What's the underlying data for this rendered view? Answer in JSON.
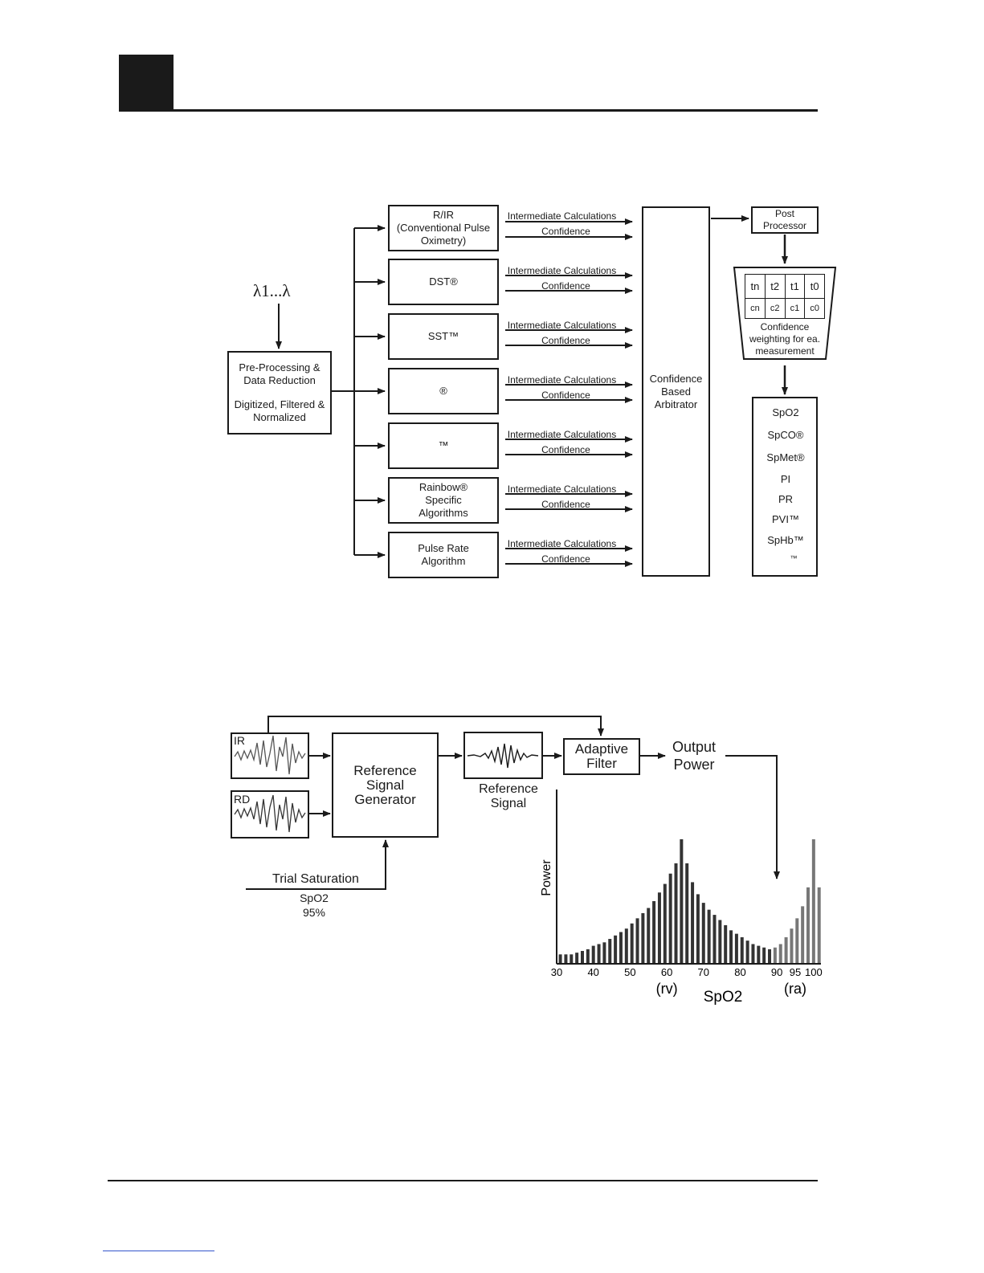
{
  "diagram1": {
    "wavelength_label": "λ1...λ",
    "preprocess_line1": "Pre-Processing &",
    "preprocess_line2": "Data Reduction",
    "preprocess_line3": "Digitized, Filtered &",
    "preprocess_line4": "Normalized",
    "algorithms": [
      {
        "text": "R/IR\n(Conventional Pulse\nOximetry)"
      },
      {
        "text": "DST®"
      },
      {
        "text": "SST™"
      },
      {
        "text": "®"
      },
      {
        "text": "™"
      },
      {
        "text": "Rainbow®\nSpecific\nAlgorithms"
      },
      {
        "text": "Pulse Rate\nAlgorithm"
      }
    ],
    "intermediate_label": "Intermediate Calculations",
    "confidence_label": "Confidence",
    "arbitrator": "Confidence\nBased\nArbitrator",
    "post_processor": "Post\nProcessor",
    "weight_top": [
      "tn",
      "t2",
      "t1",
      "t0"
    ],
    "weight_bottom": [
      "cn",
      "c2",
      "c1",
      "c0"
    ],
    "weight_caption": "Confidence\nweighting for ea.\nmeasurement",
    "outputs": [
      "SpO2",
      "SpCO®",
      "SpMet®",
      "PI",
      "PR",
      "PVI™",
      "SpHb™",
      "™"
    ]
  },
  "diagram2": {
    "ir_label": "IR",
    "rd_label": "RD",
    "ref_gen": "Reference\nSignal\nGenerator",
    "ref_signal": "Reference\nSignal",
    "adaptive_filter": "Adaptive\nFilter",
    "output_power": "Output\nPower",
    "trial_saturation": "Trial Saturation",
    "spo2_label": "SpO2",
    "spo2_value": "95%"
  },
  "chart_data": {
    "type": "bar",
    "ylabel": "Power",
    "xlabel": "SpO2",
    "x_ticks": [
      30,
      40,
      50,
      60,
      70,
      80,
      90,
      95,
      100
    ],
    "annotations": [
      {
        "text": "(rv)",
        "x": 60
      },
      {
        "text": "(ra)",
        "x": 95
      }
    ],
    "xlim": [
      30,
      102
    ],
    "ylim": [
      0,
      100
    ],
    "x": [
      31,
      32.5,
      34,
      35.5,
      37,
      38.5,
      40,
      41.5,
      43,
      44.5,
      46,
      47.5,
      49,
      50.5,
      52,
      53.5,
      55,
      56.5,
      58,
      59.5,
      61,
      62.5,
      64,
      65.5,
      67,
      68.5,
      70,
      71.5,
      73,
      74.5,
      76,
      77.5,
      79,
      80.5,
      82,
      83.5,
      85,
      86.5,
      88,
      89.5,
      91,
      92.5,
      94,
      95.5,
      97,
      98.5,
      100,
      101.5
    ],
    "values": [
      5,
      5,
      5,
      6,
      7,
      8,
      10,
      11,
      12,
      14,
      16,
      18,
      20,
      23,
      26,
      29,
      32,
      36,
      41,
      46,
      52,
      58,
      72,
      58,
      47,
      40,
      35,
      31,
      28,
      25,
      22,
      19,
      17,
      15,
      13,
      11,
      10,
      9,
      8,
      9,
      11,
      15,
      20,
      26,
      33,
      44,
      72,
      44
    ]
  }
}
